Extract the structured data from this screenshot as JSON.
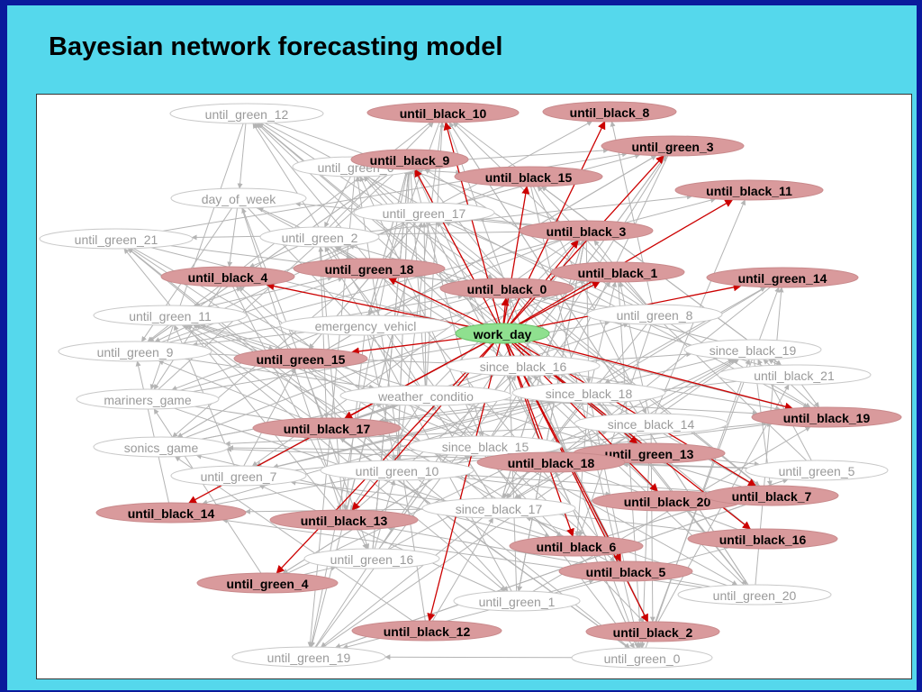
{
  "title": "Bayesian network forecasting model",
  "colors": {
    "slide_background": "#55d8ec",
    "frame": "#0a1a9c",
    "highlighted_node": "#d99a9c",
    "center_node": "#8fe08f",
    "background_node": "#ffffff",
    "highlight_edge": "#cc0000",
    "background_edge": "#b4b4b4"
  },
  "center_node": "work_day",
  "nodes": [
    {
      "id": "until_green_12",
      "type": "plain"
    },
    {
      "id": "until_black_10",
      "type": "highlight"
    },
    {
      "id": "until_black_8",
      "type": "highlight"
    },
    {
      "id": "until_black_9",
      "type": "highlight"
    },
    {
      "id": "until_green_6",
      "type": "plain"
    },
    {
      "id": "until_green_3",
      "type": "highlight"
    },
    {
      "id": "until_black_15",
      "type": "highlight"
    },
    {
      "id": "day_of_week",
      "type": "plain"
    },
    {
      "id": "until_black_11",
      "type": "highlight"
    },
    {
      "id": "until_green_17",
      "type": "plain"
    },
    {
      "id": "until_green_21",
      "type": "plain"
    },
    {
      "id": "until_green_2",
      "type": "plain"
    },
    {
      "id": "until_black_3",
      "type": "highlight"
    },
    {
      "id": "until_green_18",
      "type": "highlight"
    },
    {
      "id": "until_black_4",
      "type": "highlight"
    },
    {
      "id": "until_black_1",
      "type": "highlight"
    },
    {
      "id": "until_green_14",
      "type": "highlight"
    },
    {
      "id": "until_black_0",
      "type": "highlight"
    },
    {
      "id": "until_green_11",
      "type": "plain"
    },
    {
      "id": "until_green_8",
      "type": "plain"
    },
    {
      "id": "emergency_vehicl",
      "type": "plain"
    },
    {
      "id": "work_day",
      "type": "center"
    },
    {
      "id": "until_green_9",
      "type": "plain"
    },
    {
      "id": "since_black_19",
      "type": "plain"
    },
    {
      "id": "until_green_15",
      "type": "highlight"
    },
    {
      "id": "since_black_16",
      "type": "plain"
    },
    {
      "id": "until_black_21",
      "type": "plain"
    },
    {
      "id": "mariners_game",
      "type": "plain"
    },
    {
      "id": "weather_conditio",
      "type": "plain"
    },
    {
      "id": "since_black_18",
      "type": "plain"
    },
    {
      "id": "until_black_19",
      "type": "highlight"
    },
    {
      "id": "until_black_17",
      "type": "highlight"
    },
    {
      "id": "since_black_14",
      "type": "plain"
    },
    {
      "id": "sonics_game",
      "type": "plain"
    },
    {
      "id": "since_black_15",
      "type": "plain"
    },
    {
      "id": "until_green_13",
      "type": "highlight"
    },
    {
      "id": "until_black_18",
      "type": "highlight"
    },
    {
      "id": "until_green_7",
      "type": "plain"
    },
    {
      "id": "until_green_10",
      "type": "plain"
    },
    {
      "id": "until_green_5",
      "type": "plain"
    },
    {
      "id": "until_black_20",
      "type": "highlight"
    },
    {
      "id": "until_black_7",
      "type": "highlight"
    },
    {
      "id": "until_black_14",
      "type": "highlight"
    },
    {
      "id": "since_black_17",
      "type": "plain"
    },
    {
      "id": "until_black_13",
      "type": "highlight"
    },
    {
      "id": "until_black_16",
      "type": "highlight"
    },
    {
      "id": "until_black_6",
      "type": "highlight"
    },
    {
      "id": "until_green_16",
      "type": "plain"
    },
    {
      "id": "until_black_5",
      "type": "highlight"
    },
    {
      "id": "until_green_4",
      "type": "highlight"
    },
    {
      "id": "until_green_1",
      "type": "plain"
    },
    {
      "id": "until_green_20",
      "type": "plain"
    },
    {
      "id": "until_black_12",
      "type": "highlight"
    },
    {
      "id": "until_black_2",
      "type": "highlight"
    },
    {
      "id": "until_green_19",
      "type": "plain"
    },
    {
      "id": "until_green_0",
      "type": "plain"
    }
  ]
}
